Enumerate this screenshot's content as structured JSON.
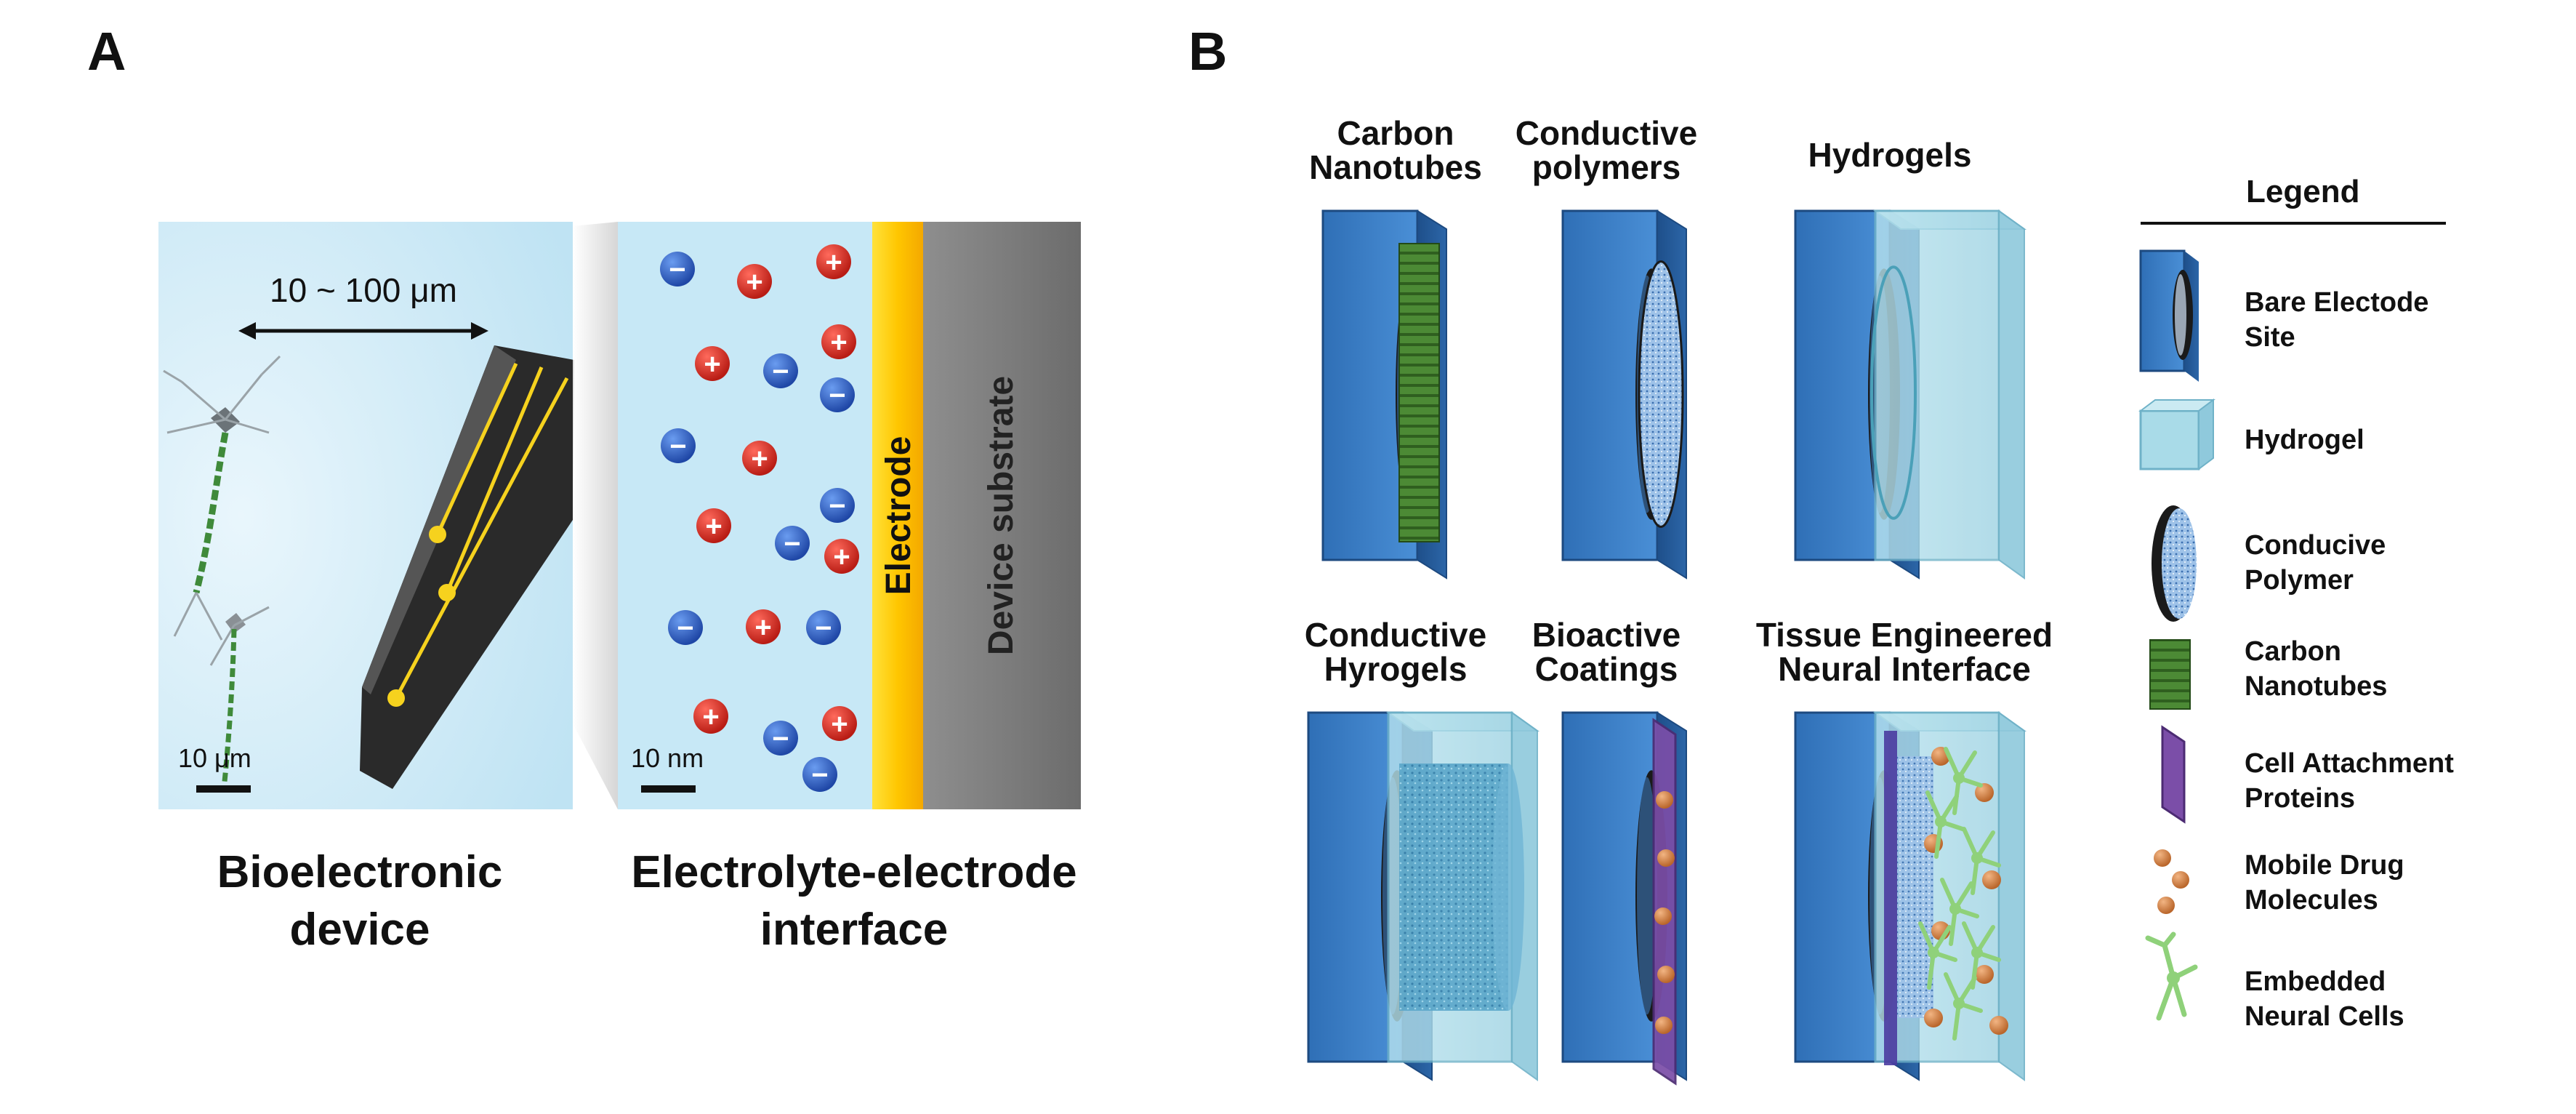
{
  "panel_a": {
    "letter": "A",
    "measure_label": "10 ~ 100 μm",
    "scale_left": "10 μm",
    "scale_right": "10 nm",
    "electrode_label": "Electrode",
    "substrate_label": "Device substrate",
    "ion_plus": "+",
    "ion_minus": "−",
    "caption_left": "Bioelectronic\ndevice",
    "caption_right": "Electrolyte-electrode\ninterface"
  },
  "panel_b": {
    "letter": "B",
    "cells": [
      {
        "title": "Carbon\nNanotubes"
      },
      {
        "title": "Conductive\npolymers"
      },
      {
        "title": "Hydrogels"
      },
      {
        "title": "Conductive\nHyrogels"
      },
      {
        "title": "Bioactive\nCoatings"
      },
      {
        "title": "Tissue Engineered\nNeural Interface"
      }
    ],
    "legend": {
      "title": "Legend",
      "items": [
        {
          "label": "Bare Electode\nSite",
          "icon": "bare-electrode-icon"
        },
        {
          "label": "Hydrogel",
          "icon": "hydrogel-icon"
        },
        {
          "label": "Conducive\nPolymer",
          "icon": "conductive-polymer-icon"
        },
        {
          "label": "Carbon\nNanotubes",
          "icon": "carbon-nanotubes-icon"
        },
        {
          "label": "Cell Attachment\nProteins",
          "icon": "cell-attachment-proteins-icon"
        },
        {
          "label": "Mobile Drug\nMolecules",
          "icon": "mobile-drug-molecules-icon"
        },
        {
          "label": "Embedded\nNeural Cells",
          "icon": "embedded-neural-cells-icon"
        }
      ]
    }
  },
  "colors": {
    "electrode_blue": "#3a7fc4",
    "hydrogel_cyan": "#a9dbe8",
    "nanotube_green": "#3f7a2c",
    "protein_purple": "#7b4ea8",
    "drug_orange": "#d9894a",
    "cell_green": "#8fd17a",
    "cation_red": "#d0281f",
    "anion_blue": "#2d5fc0",
    "electrode_yellow": "#f7c600"
  }
}
